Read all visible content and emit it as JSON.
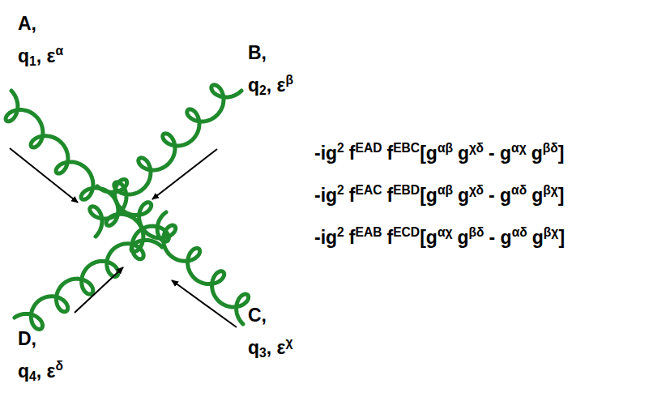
{
  "diagram": {
    "labels": [
      "A,",
      "q",
      "1",
      ", ε",
      "α",
      "B,",
      "q",
      "2",
      ", ε",
      "β",
      "C,",
      "q",
      "3",
      ", ε",
      "χ",
      "D,",
      "q",
      "4",
      ", ε",
      "δ",
      "-ig",
      "2",
      "f",
      "EAD",
      "f",
      "EBC",
      "[g",
      "αβ",
      "g",
      "χδ",
      "- g",
      "αχ",
      "g",
      "βδ",
      "]",
      "-ig",
      "2",
      "f",
      "EAC",
      "f",
      "EBD",
      "[g",
      "αβ",
      "g",
      "χδ",
      "- g",
      "αδ",
      "g",
      "βχ",
      "]",
      "-ig",
      "2",
      "f",
      "EAB",
      "f",
      "ECD",
      "[g",
      "αχ",
      "g",
      "βδ",
      "- g",
      "αδ",
      "g",
      "βχ",
      "]"
    ]
  }
}
